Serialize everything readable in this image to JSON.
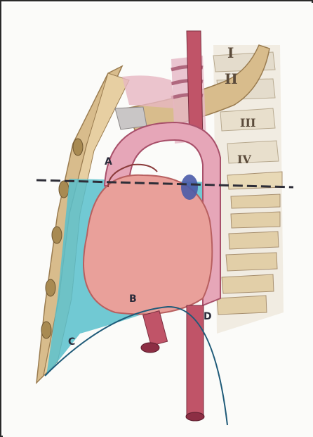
{
  "figure": {
    "labels": {
      "a": "A",
      "b": "B",
      "c": "C",
      "d": "D"
    },
    "vertebrae": {
      "v1": "I",
      "v2": "II",
      "v3": "III",
      "v4": "IV"
    },
    "colors": {
      "pleura_blue": "#58c0cc",
      "heart_pink": "#e9a09a",
      "vessel_red": "#c05468",
      "rib_tan": "#d8bc8c",
      "transection_line": "#2e2e38",
      "pencil_line": "#1e5a78"
    }
  }
}
